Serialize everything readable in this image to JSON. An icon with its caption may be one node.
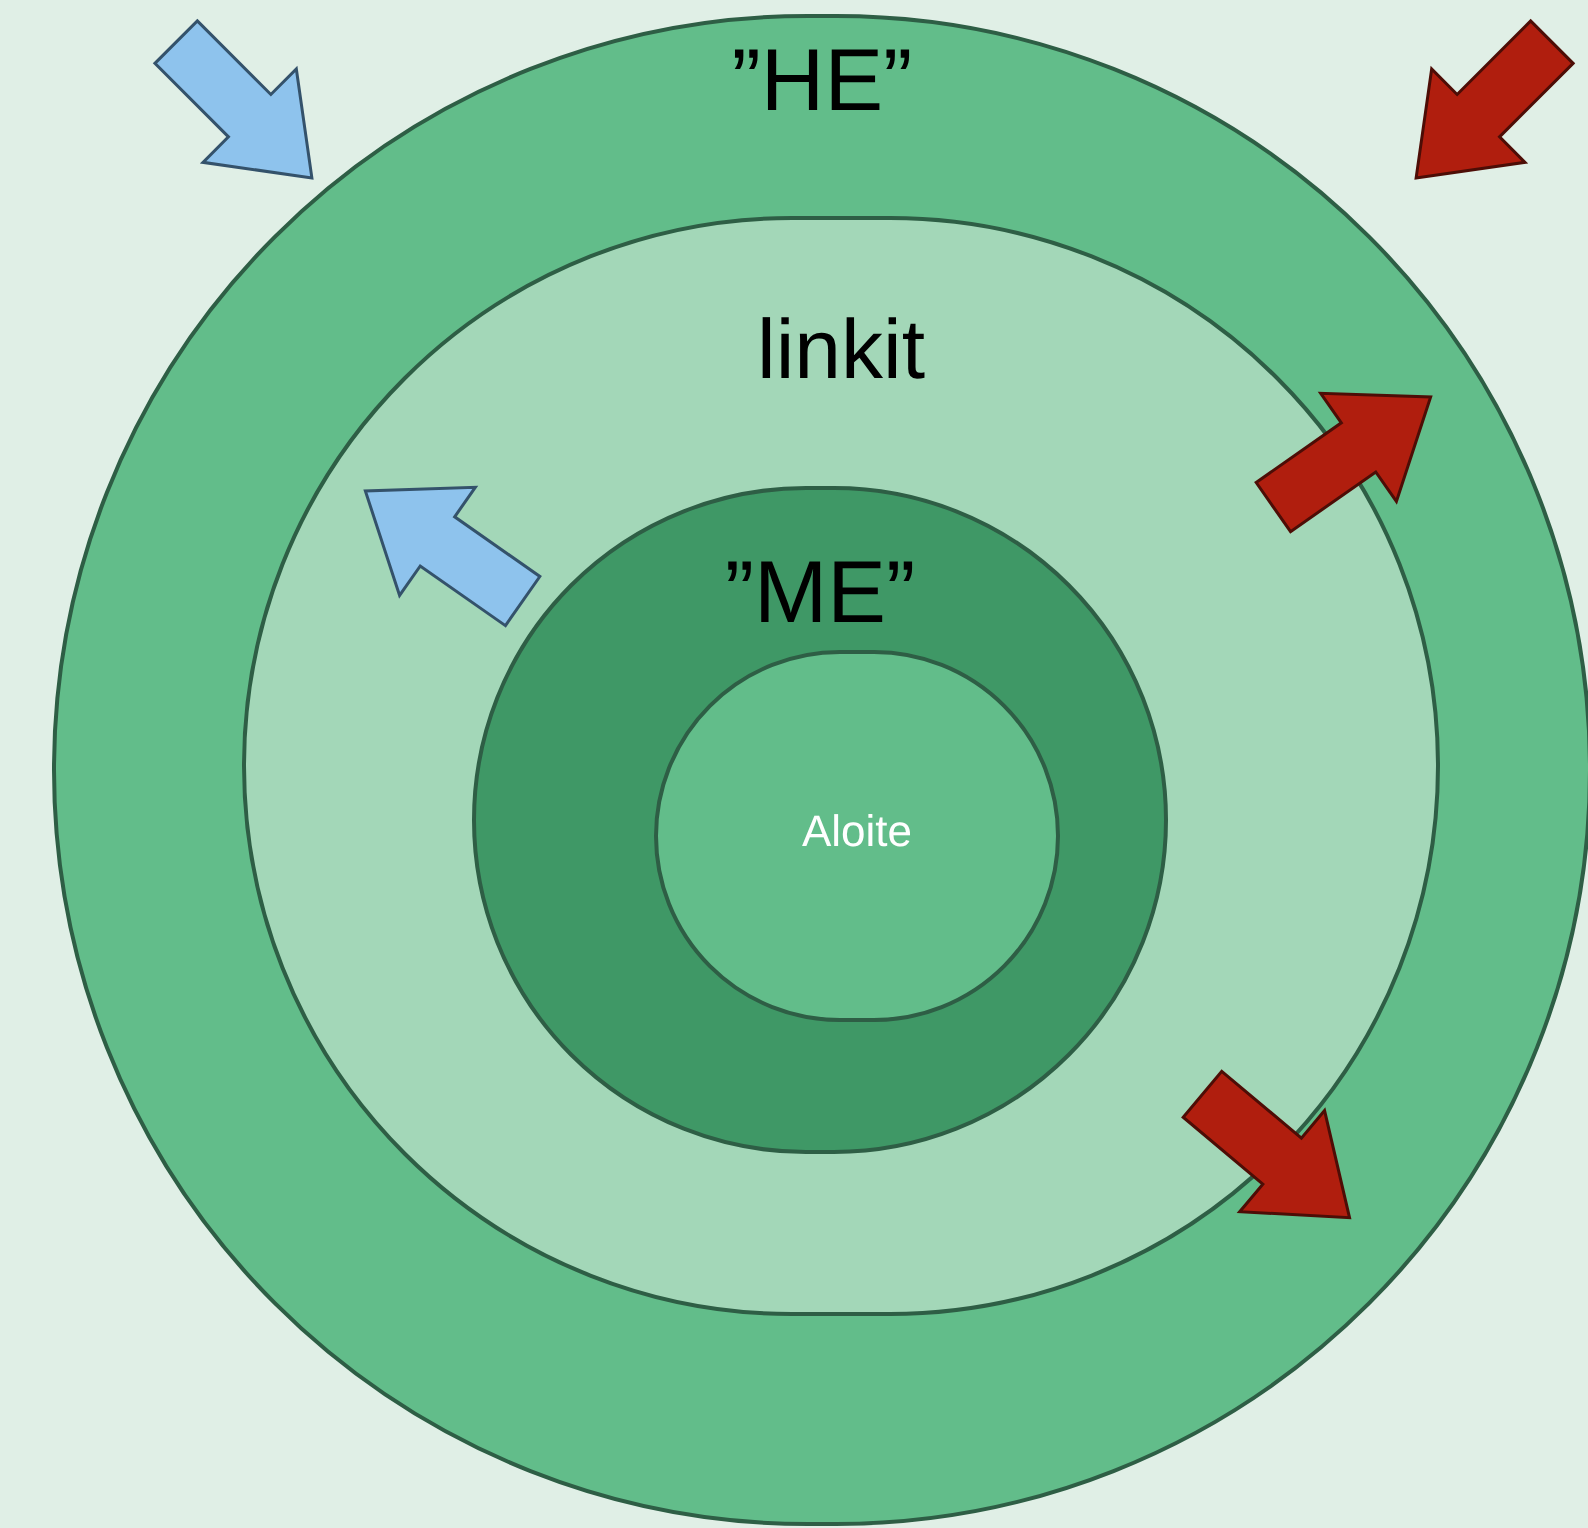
{
  "diagram": {
    "nodes": [
      {
        "text": [
          "”HE”"
        ]
      },
      {
        "text": [
          "linkit"
        ],
        "in": 0
      },
      {
        "text": [
          "”ME”"
        ],
        "in": 1
      },
      {
        "text": [
          "Aloite"
        ],
        "in": 2
      }
    ]
  }
}
